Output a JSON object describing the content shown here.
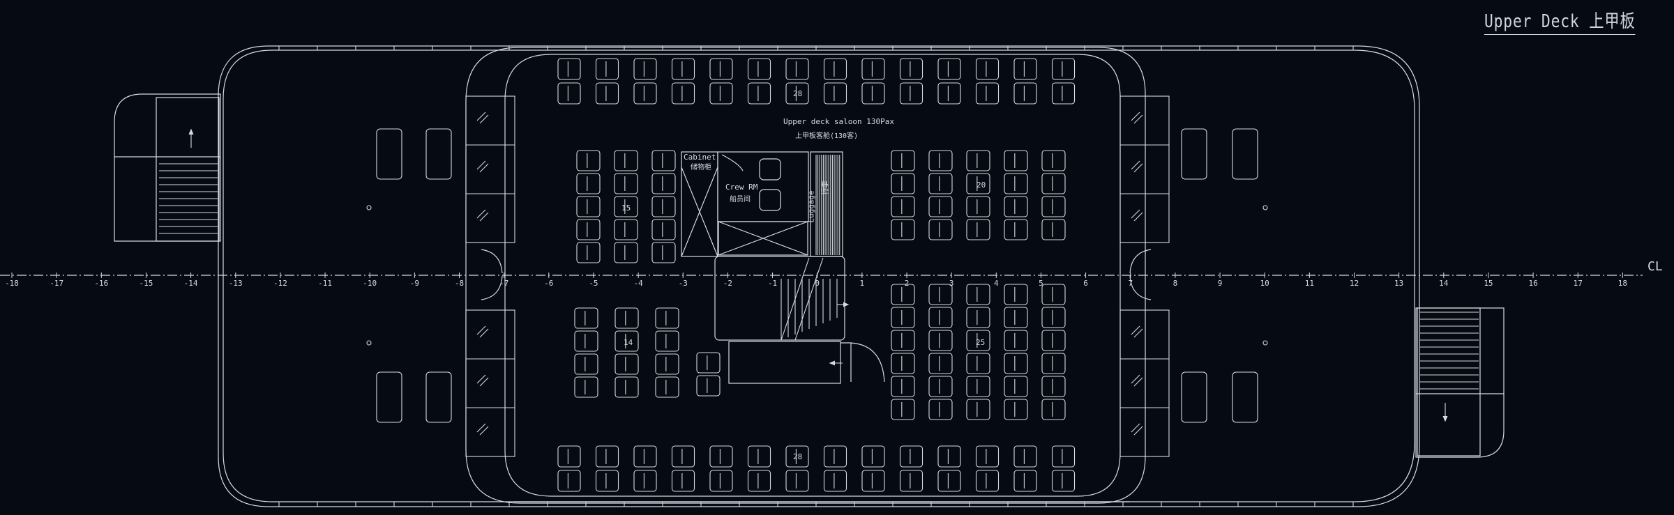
{
  "drawing": {
    "title": "Upper Deck  上甲板",
    "centerline_label": "CL",
    "saloon_label": "Upper deck saloon 130Pax",
    "saloon_label_cn": "上甲板客舱(130客)",
    "cabinet_label": "Cabinet",
    "cabinet_label_cn": "储物柜",
    "crew_label": "Crew RM",
    "crew_label_cn": "船员间",
    "luggage_label": "Luggage",
    "luggage_label_cn": "行李",
    "seat_count_top": "28",
    "seat_count_bottom": "28",
    "seat_count_15": "15",
    "seat_count_20": "20",
    "seat_count_14": "14",
    "seat_count_25": "25"
  },
  "axis": {
    "frame_labels": [
      "-18",
      "-17",
      "-16",
      "-15",
      "-14",
      "-13",
      "-12",
      "-11",
      "-10",
      "-9",
      "-8",
      "-7",
      "-6",
      "-5",
      "-4",
      "-3",
      "-2",
      "-1",
      "0",
      "1",
      "2",
      "3",
      "4",
      "5",
      "6",
      "7",
      "8",
      "9",
      "10",
      "11",
      "12",
      "13",
      "14",
      "15",
      "16",
      "17",
      "18"
    ]
  },
  "colors": {
    "background": "#060a12",
    "line": "#d6dce3"
  }
}
